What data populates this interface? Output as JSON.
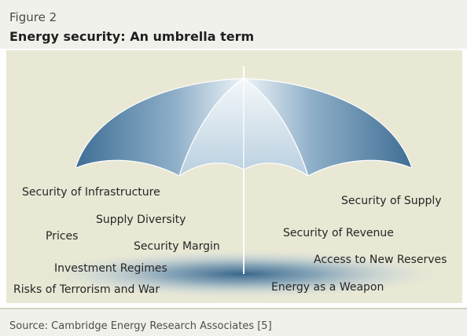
{
  "figure": {
    "label": "Figure 2",
    "title": "Energy security: An umbrella term",
    "source": "Source: Cambridge Energy Research Associates [5]"
  },
  "diagram": {
    "left_items": [
      "Security of Infrastructure",
      "Supply Diversity",
      "Prices",
      "Security Margin",
      "Investment Regimes",
      "Risks of Terrorism and War"
    ],
    "right_items": [
      "Security of Supply",
      "Security of Revenue",
      "Access to New Reserves",
      "Energy as a Weapon"
    ]
  },
  "colors": {
    "panel_background": "#e9e8d4",
    "header_background": "#f1f1eb",
    "umbrella_blue_dark": "#3f6e95",
    "umbrella_blue_light": "#eef4f8",
    "shadow_blue": "#2f5f86"
  }
}
